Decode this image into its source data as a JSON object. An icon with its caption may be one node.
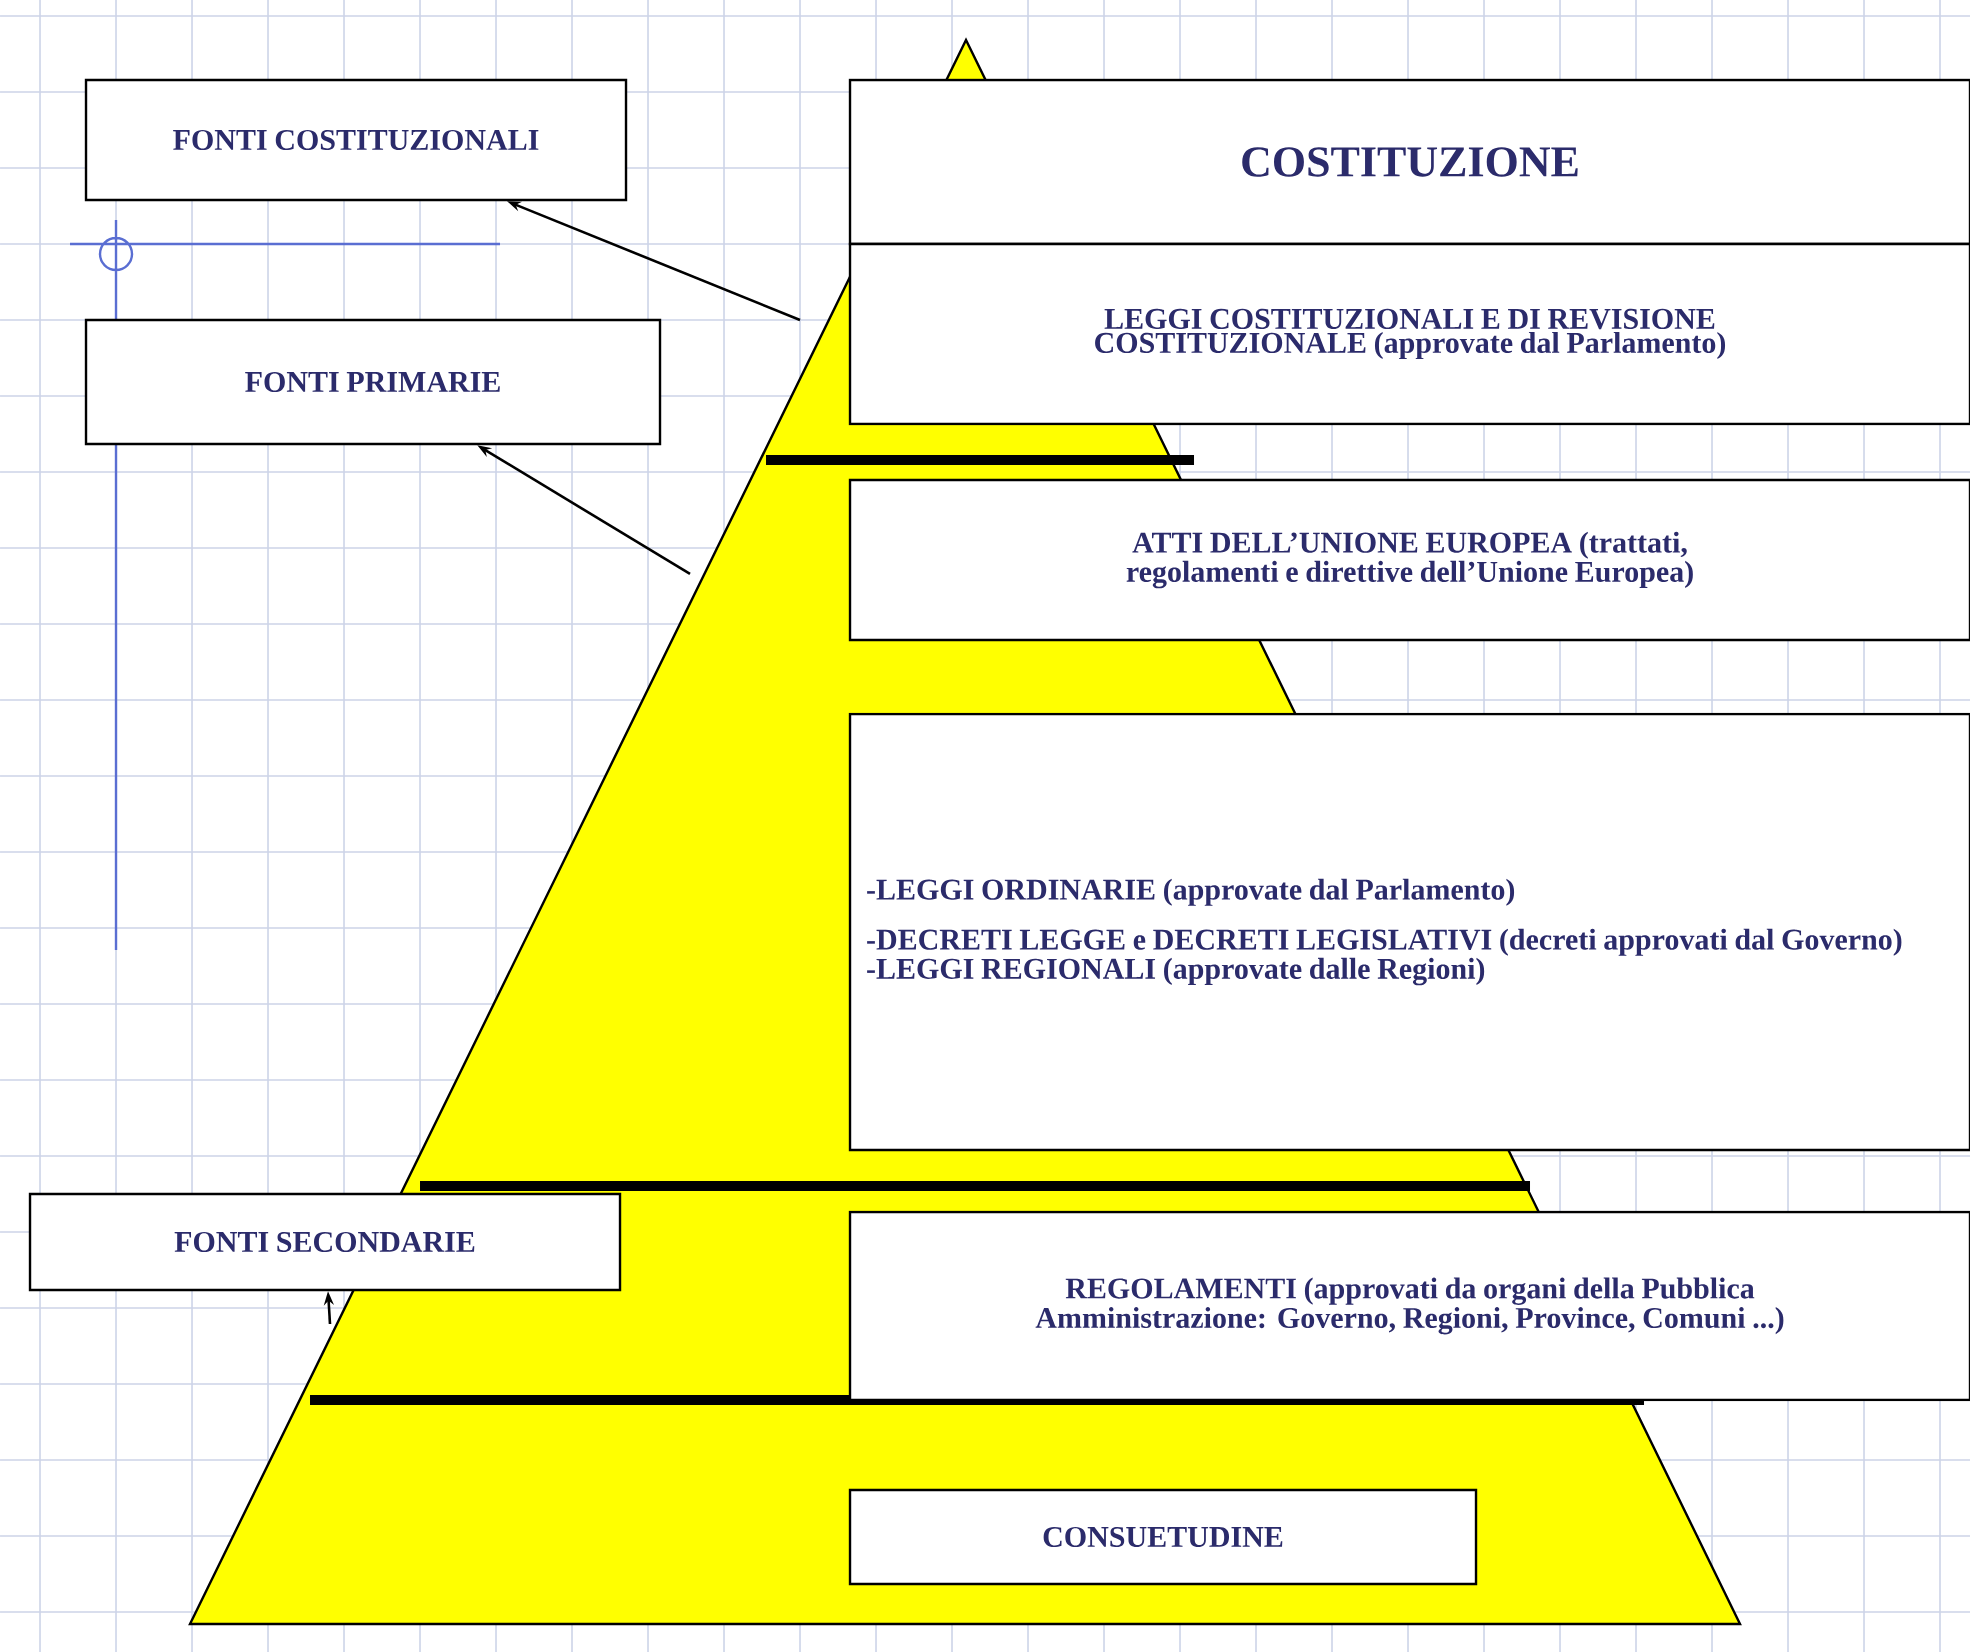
{
  "diagram": {
    "nodes": [
      {
        "text": [
          "FONTI COSTITUZIONALI"
        ]
      },
      {
        "text": [
          "FONTI PRIMARIE"
        ]
      },
      {
        "text": [
          "FONTI SECONDARIE"
        ]
      },
      {
        "text": [
          "COSTITUZIONE"
        ]
      },
      {
        "text": [
          "LEGGI COSTITUZIONALI E DI REVISIONE COSTITUZIONALE (approvate dal Parlamento)"
        ]
      },
      {
        "text": [
          "ATTI DELL’UNIONE EUROPEA (trattati, regolamenti e direttive dell’Unione Europea)"
        ]
      },
      {
        "text": [
          "-LEGGI ORDINARIE (approvate dal Parlamento)",
          "-DECRETI LEGGE e DECRETI LEGISLATIVI (decreti approvati dal Governo)",
          "-LEGGI REGIONALI (approvate dalle Regioni)"
        ]
      },
      {
        "text": [
          "REGOLAMENTI (approvati da organi della Pubblica Amministrazione: Governo, Regioni, Province, Comuni ...)"
        ]
      },
      {
        "text": [
          "CONSUETUDINE"
        ]
      }
    ],
    "edges": [
      {
        "from": null,
        "to": 0,
        "arrow": "to"
      },
      {
        "from": null,
        "to": 1,
        "arrow": "to"
      },
      {
        "from": null,
        "to": 2,
        "arrow": "to"
      }
    ]
  }
}
